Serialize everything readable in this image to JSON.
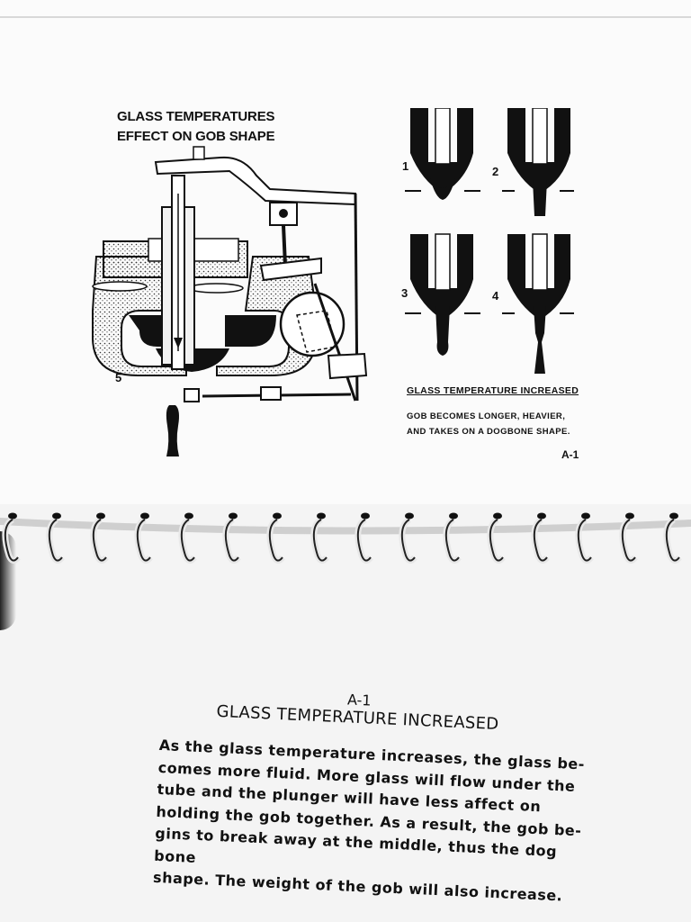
{
  "top_page": {
    "title_line1": "GLASS TEMPERATURES",
    "title_line2": "EFFECT ON GOB SHAPE",
    "label_5": "5",
    "stage_labels": [
      "1",
      "2",
      "3",
      "4"
    ],
    "caption_head": "GLASS TEMPERATURE INCREASED",
    "caption_line1": "GOB BECOMES LONGER, HEAVIER,",
    "caption_line2": "AND TAKES ON A DOGBONE SHAPE.",
    "figure_id": "A-1"
  },
  "bottom_page": {
    "code": "A-1",
    "subtitle": "GLASS TEMPERATURE INCREASED",
    "lines": [
      "As the glass temperature increases, the glass be-",
      "comes more fluid. More glass will flow under the",
      "tube and the plunger will have less affect on",
      "holding the gob together. As a result, the gob be-",
      "gins to break away at the middle, thus the dog bone",
      "shape. The weight of the gob will also increase."
    ]
  }
}
